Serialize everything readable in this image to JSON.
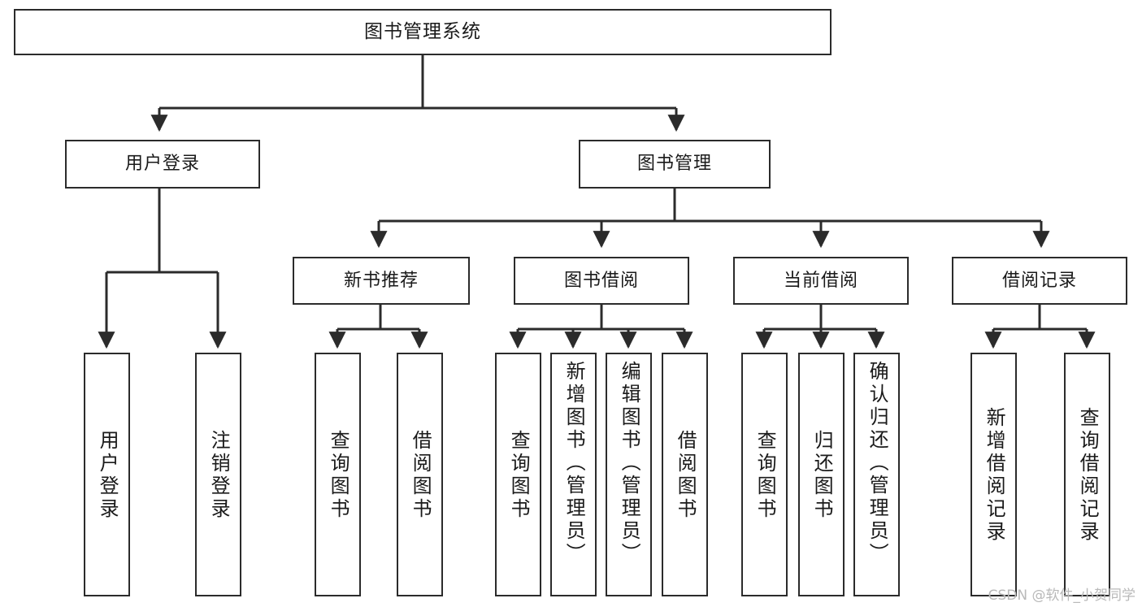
{
  "diagram": {
    "title": "图书管理系统",
    "type": "tree",
    "orientation": "top-down",
    "colors": {
      "box_border": "#2b2b2b",
      "box_fill": "#ffffff",
      "connector": "#2b2b2b",
      "text": "#1a1a1a",
      "watermark": "#b9b9b9"
    },
    "root": {
      "label": "图书管理系统"
    },
    "level2": [
      {
        "label": "用户登录"
      },
      {
        "label": "图书管理"
      }
    ],
    "level3": [
      {
        "label": "新书推荐"
      },
      {
        "label": "图书借阅"
      },
      {
        "label": "当前借阅"
      },
      {
        "label": "借阅记录"
      }
    ],
    "leaves": {
      "user_login": [
        {
          "label": "用户登录"
        },
        {
          "label": "注销登录"
        }
      ],
      "new_book": [
        {
          "label": "查询图书"
        },
        {
          "label": "借阅图书"
        }
      ],
      "book_borrow": [
        {
          "label": "查询图书"
        },
        {
          "label": "新增图书（管理员）"
        },
        {
          "label": "编辑图书（管理员）"
        },
        {
          "label": "借阅图书"
        }
      ],
      "current_borrow": [
        {
          "label": "查询图书"
        },
        {
          "label": "归还图书"
        },
        {
          "label": "确认归还（管理员）"
        }
      ],
      "borrow_record": [
        {
          "label": "新增借阅记录"
        },
        {
          "label": "查询借阅记录"
        }
      ]
    }
  },
  "watermark": {
    "text": "CSDN @软件_小贺同学"
  }
}
